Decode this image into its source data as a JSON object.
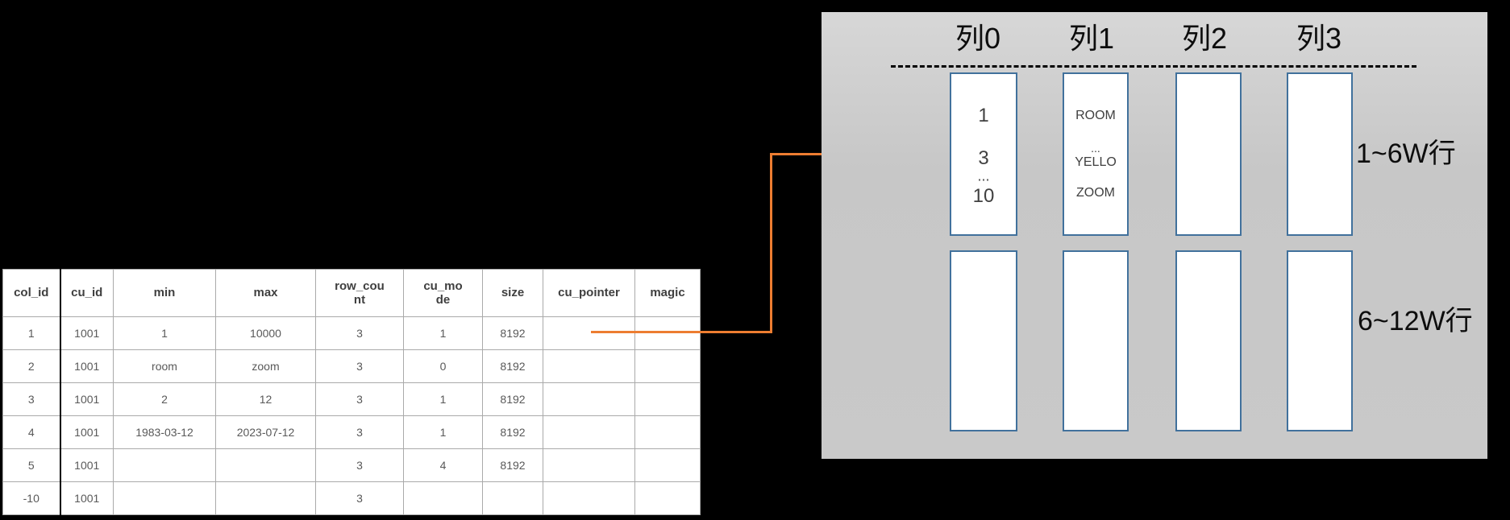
{
  "table": {
    "columns": [
      "col_id",
      "cu_id",
      "min",
      "max",
      "row_count",
      "cu_mode",
      "size",
      "cu_pointer",
      "magic"
    ],
    "rows": [
      [
        "1",
        "1001",
        "1",
        "10000",
        "3",
        "1",
        "8192",
        "",
        ""
      ],
      [
        "2",
        "1001",
        "room",
        "zoom",
        "3",
        "0",
        "8192",
        "",
        ""
      ],
      [
        "3",
        "1001",
        "2",
        "12",
        "3",
        "1",
        "8192",
        "",
        ""
      ],
      [
        "4",
        "1001",
        "1983-03-12",
        "2023-07-12",
        "3",
        "1",
        "8192",
        "",
        ""
      ],
      [
        "5",
        "1001",
        "",
        "",
        "3",
        "4",
        "8192",
        "",
        ""
      ],
      [
        "-10",
        "1001",
        "",
        "",
        "3",
        "",
        "",
        "",
        ""
      ]
    ]
  },
  "panel": {
    "column_labels": [
      "列0",
      "列1",
      "列2",
      "列3"
    ],
    "block_rows": [
      {
        "label": "1~6W行",
        "boxes": [
          [
            "1",
            "3",
            "...",
            "10"
          ],
          [
            "ROOM",
            "...",
            "YELLO",
            "ZOOM"
          ],
          [],
          []
        ]
      },
      {
        "label": "6~12W行",
        "boxes": [
          [],
          [],
          [],
          []
        ]
      }
    ]
  },
  "colors": {
    "arrow": "#ed7d31",
    "block_border": "#41719c",
    "panel_background": "#c9c9c9",
    "page_background": "#000000"
  }
}
